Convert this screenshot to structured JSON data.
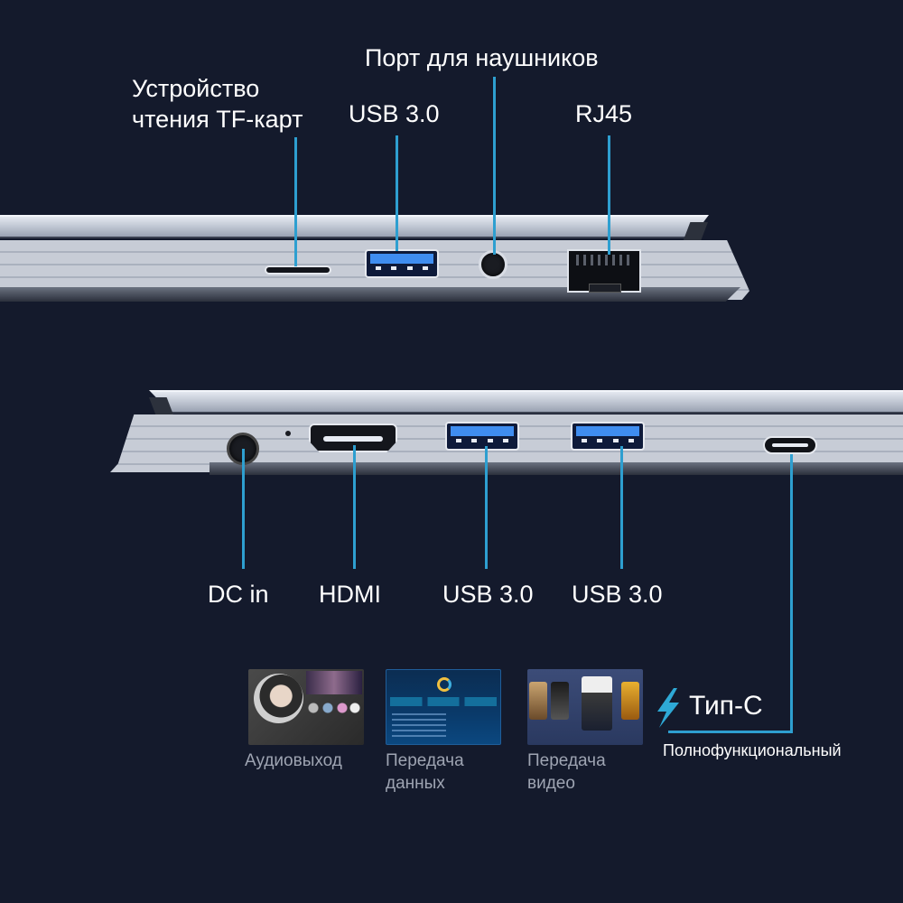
{
  "colors": {
    "background": "#141a2c",
    "leader_line": "#2e9fd0",
    "usb_blue": "#3f8df0",
    "text_primary": "#ffffff",
    "text_secondary": "#9ea4b2"
  },
  "top_side": {
    "ports": [
      {
        "id": "tf-card-reader",
        "label_line1": "Устройство",
        "label_line2": "чтения TF-карт"
      },
      {
        "id": "usb-3-0-top",
        "label": "USB 3.0"
      },
      {
        "id": "headphone-port",
        "label": "Порт для наушников"
      },
      {
        "id": "rj45",
        "label": "RJ45"
      }
    ]
  },
  "bottom_side": {
    "ports": [
      {
        "id": "dc-in",
        "label": "DC in"
      },
      {
        "id": "hdmi",
        "label": "HDMI"
      },
      {
        "id": "usb-3-0-a",
        "label": "USB 3.0"
      },
      {
        "id": "usb-3-0-b",
        "label": "USB 3.0"
      },
      {
        "id": "type-c",
        "label": "Тип-С"
      }
    ]
  },
  "type_c_features": {
    "title": "Тип-С",
    "subtitle": "Полнофункциональный",
    "icon": "lightning-bolt-icon",
    "features": [
      {
        "id": "audio-out",
        "label": "Аудиовыход",
        "thumbnail": "music-player-screenshot"
      },
      {
        "id": "data-transfer",
        "label_line1": "Передача",
        "label_line2": "данных",
        "thumbnail": "data-dashboard-screenshot"
      },
      {
        "id": "video-transfer",
        "label_line1": "Передача",
        "label_line2": "видео",
        "thumbnail": "video-library-screenshot"
      }
    ]
  }
}
